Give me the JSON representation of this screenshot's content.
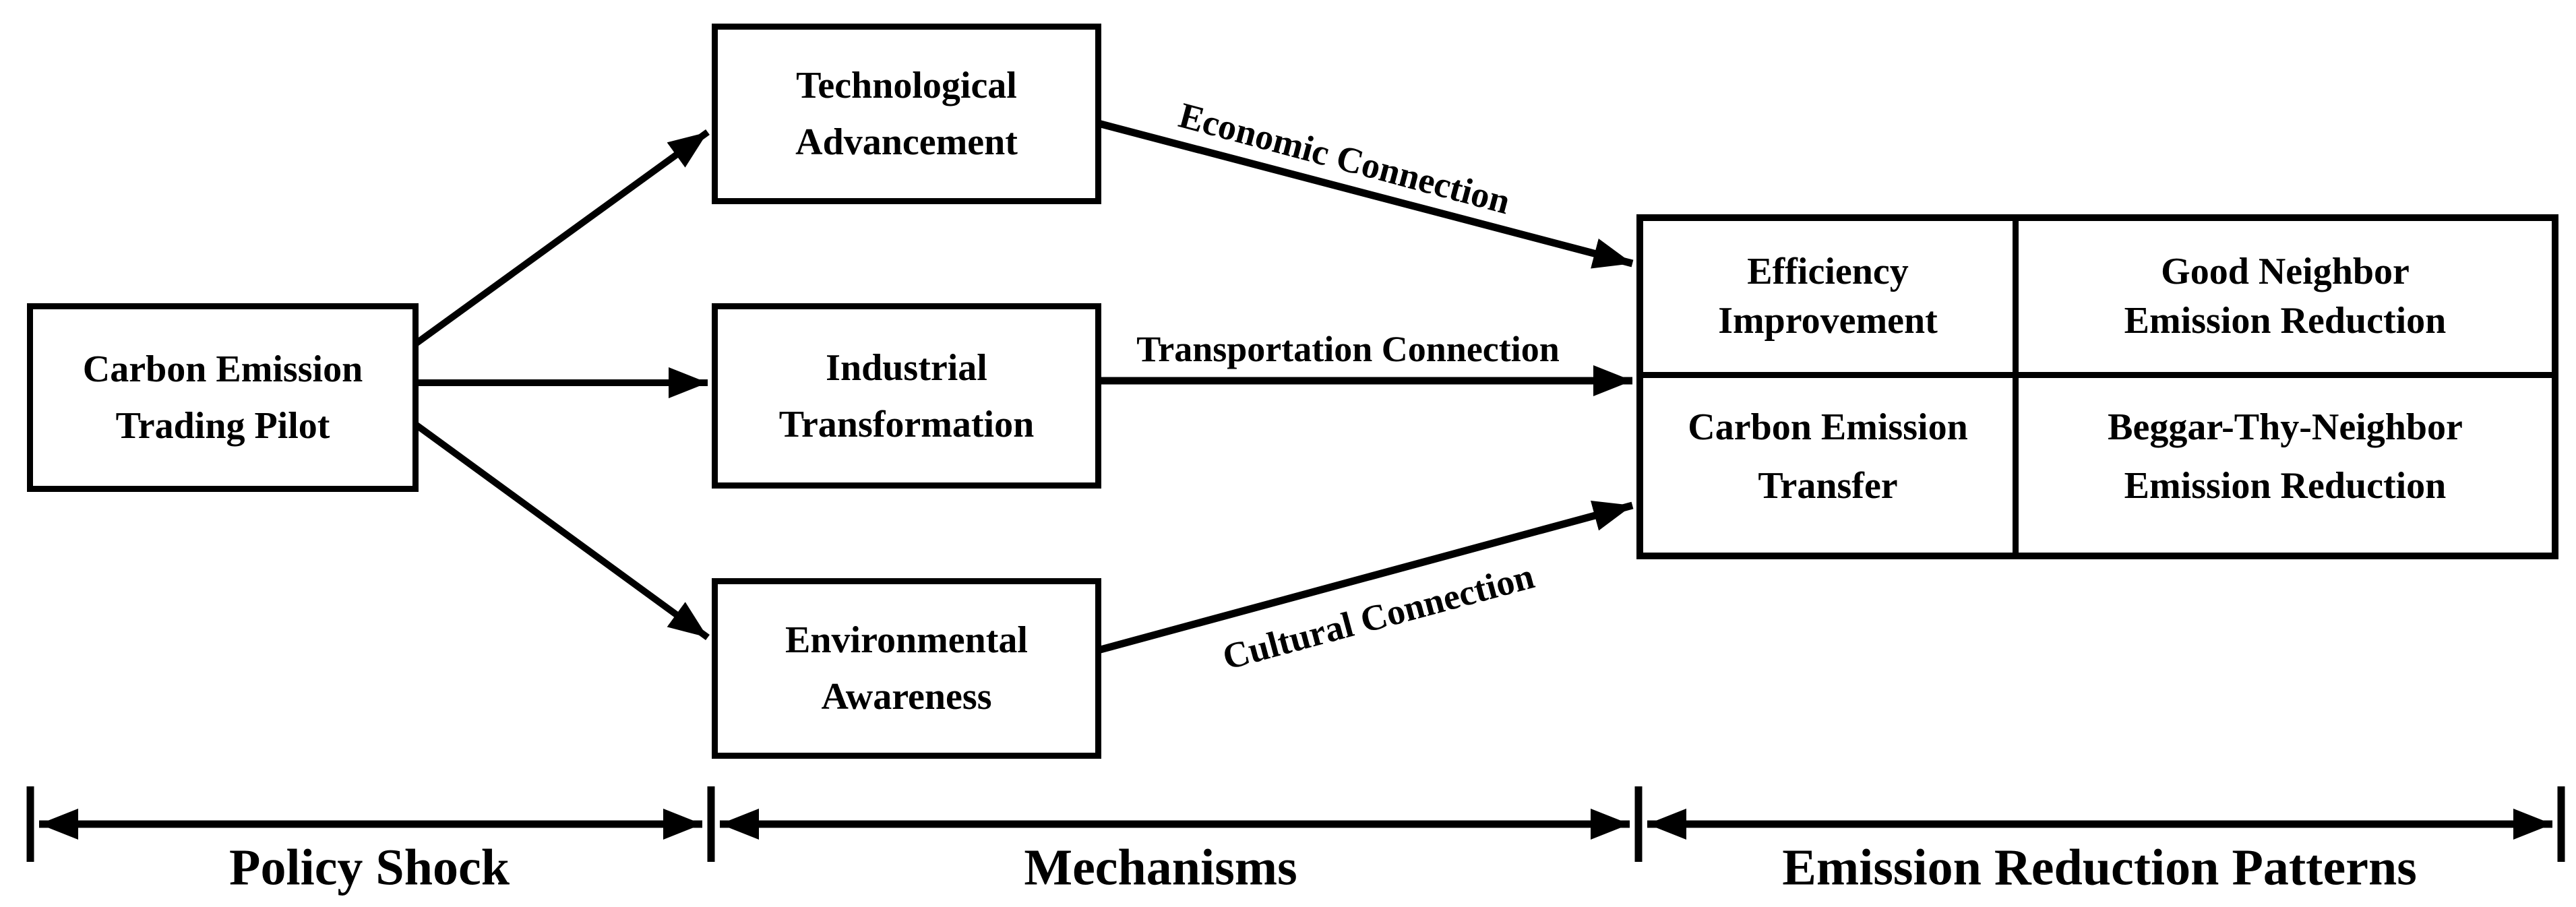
{
  "colors": {
    "ink": "#000000",
    "background": "#ffffff"
  },
  "stage_boxes": {
    "carbon": {
      "line1": "Carbon Emission",
      "line2": "Trading Pilot"
    },
    "tech": {
      "line1": "Technological",
      "line2": "Advancement"
    },
    "industrial": {
      "line1": "Industrial",
      "line2": "Transformation"
    },
    "environmental": {
      "line1": "Environmental",
      "line2": "Awareness"
    }
  },
  "patterns_matrix": {
    "top_left": {
      "line1": "Efficiency",
      "line2": "Improvement"
    },
    "top_right": {
      "line1": "Good Neighbor",
      "line2": "Emission Reduction"
    },
    "bottom_left": {
      "line1": "Carbon Emission",
      "line2": "Transfer"
    },
    "bottom_right": {
      "line1": "Beggar-Thy-Neighbor",
      "line2": "Emission Reduction"
    }
  },
  "connections": {
    "economic": {
      "label": "Economic Connection"
    },
    "transportation": {
      "label": "Transportation Connection"
    },
    "cultural": {
      "label": "Cultural Connection"
    }
  },
  "axis_sections": {
    "policy_shock": {
      "label": "Policy Shock"
    },
    "mechanisms": {
      "label": "Mechanisms"
    },
    "patterns": {
      "label": "Emission Reduction Patterns"
    }
  }
}
